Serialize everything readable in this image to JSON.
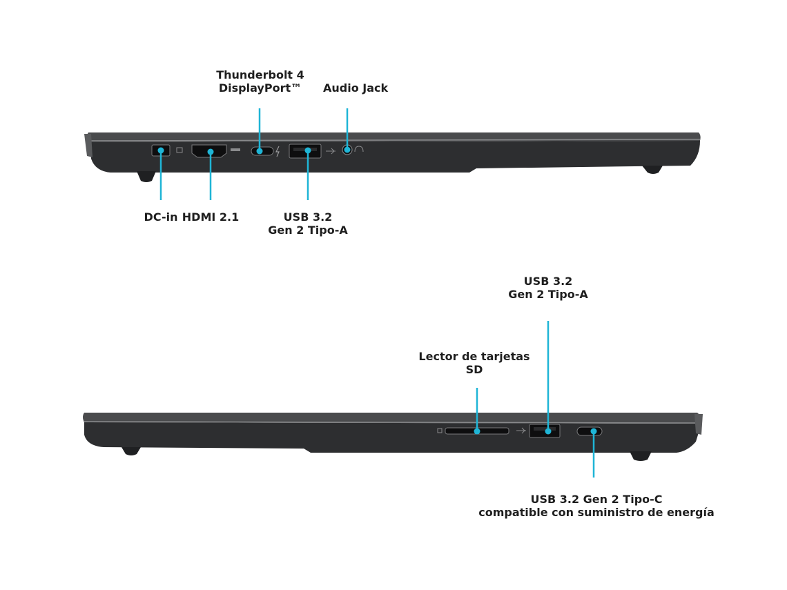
{
  "accent_color": "#1fb5d6",
  "laptop_colors": {
    "lid": "#3a3b3d",
    "body": "#2a2b2d",
    "edge": "#6b6c6e",
    "port": "#0e0e0f"
  },
  "left_side": {
    "top_labels": {
      "thunderbolt": [
        "Thunderbolt 4",
        "DisplayPort™"
      ],
      "audio": [
        "Audio Jack"
      ]
    },
    "bottom_labels": {
      "dc": [
        "DC-in"
      ],
      "hdmi": [
        "HDMI 2.1"
      ],
      "usb_a": [
        "USB 3.2",
        "Gen 2 Tipo-A"
      ]
    }
  },
  "right_side": {
    "top_labels": {
      "sd": [
        "Lector de tarjetas",
        "SD"
      ],
      "usb_a": [
        "USB 3.2",
        "Gen 2 Tipo-A"
      ]
    },
    "bottom_labels": {
      "usb_c": [
        "USB 3.2 Gen 2 Tipo-C",
        "compatible con suministro de energía"
      ]
    }
  }
}
